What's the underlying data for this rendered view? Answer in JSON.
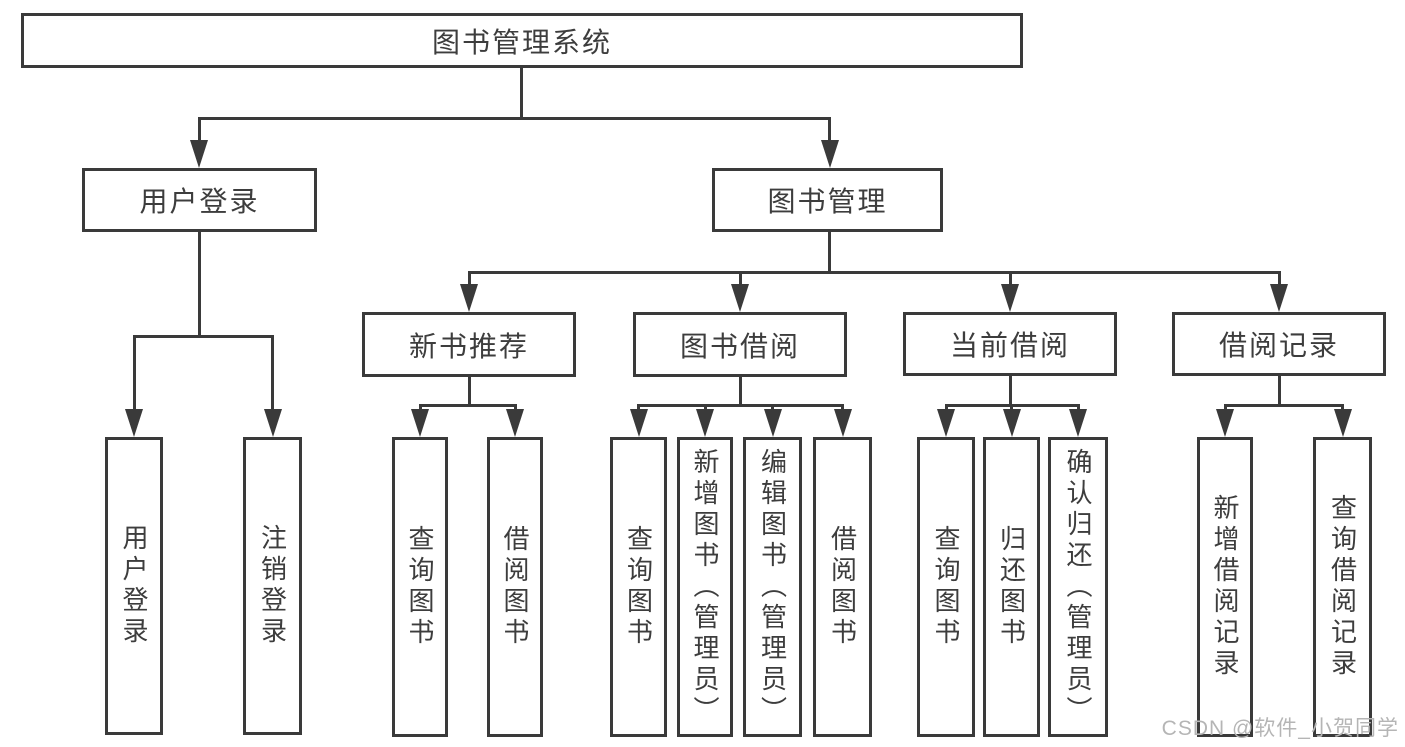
{
  "diagram": {
    "title": "图书管理系统",
    "watermark": "CSDN @软件_小贺同学",
    "colors": {
      "line": "#3a3a3a",
      "text": "#3d3d3d",
      "watermark": "#b5b5b5",
      "background": "#ffffff"
    },
    "nodes": {
      "root": {
        "label": "图书管理系统"
      },
      "user_login": {
        "label": "用户登录"
      },
      "book_mgmt": {
        "label": "图书管理"
      },
      "new_book_rec": {
        "label": "新书推荐"
      },
      "book_borrow": {
        "label": "图书借阅"
      },
      "current_borrow": {
        "label": "当前借阅"
      },
      "borrow_records": {
        "label": "借阅记录"
      },
      "user_login_leaf": {
        "label": "用户登录"
      },
      "logout": {
        "label": "注销登录"
      },
      "nbr_query": {
        "label": "查询图书"
      },
      "nbr_borrow": {
        "label": "借阅图书"
      },
      "bb_query": {
        "label": "查询图书"
      },
      "bb_add": {
        "label": "新增图书（管理员）"
      },
      "bb_edit": {
        "label": "编辑图书（管理员）"
      },
      "bb_borrow": {
        "label": "借阅图书"
      },
      "cb_query": {
        "label": "查询图书"
      },
      "cb_return": {
        "label": "归还图书"
      },
      "cb_confirm": {
        "label": "确认归还（管理员）"
      },
      "br_add": {
        "label": "新增借阅记录"
      },
      "br_query": {
        "label": "查询借阅记录"
      }
    },
    "edges": [
      {
        "from": "root",
        "to": "user_login"
      },
      {
        "from": "root",
        "to": "book_mgmt"
      },
      {
        "from": "user_login",
        "to": "user_login_leaf"
      },
      {
        "from": "user_login",
        "to": "logout"
      },
      {
        "from": "book_mgmt",
        "to": "new_book_rec"
      },
      {
        "from": "book_mgmt",
        "to": "book_borrow"
      },
      {
        "from": "book_mgmt",
        "to": "current_borrow"
      },
      {
        "from": "book_mgmt",
        "to": "borrow_records"
      },
      {
        "from": "new_book_rec",
        "to": "nbr_query"
      },
      {
        "from": "new_book_rec",
        "to": "nbr_borrow"
      },
      {
        "from": "book_borrow",
        "to": "bb_query"
      },
      {
        "from": "book_borrow",
        "to": "bb_add"
      },
      {
        "from": "book_borrow",
        "to": "bb_edit"
      },
      {
        "from": "book_borrow",
        "to": "bb_borrow"
      },
      {
        "from": "current_borrow",
        "to": "cb_query"
      },
      {
        "from": "current_borrow",
        "to": "cb_return"
      },
      {
        "from": "current_borrow",
        "to": "cb_confirm"
      },
      {
        "from": "borrow_records",
        "to": "br_add"
      },
      {
        "from": "borrow_records",
        "to": "br_query"
      }
    ]
  }
}
